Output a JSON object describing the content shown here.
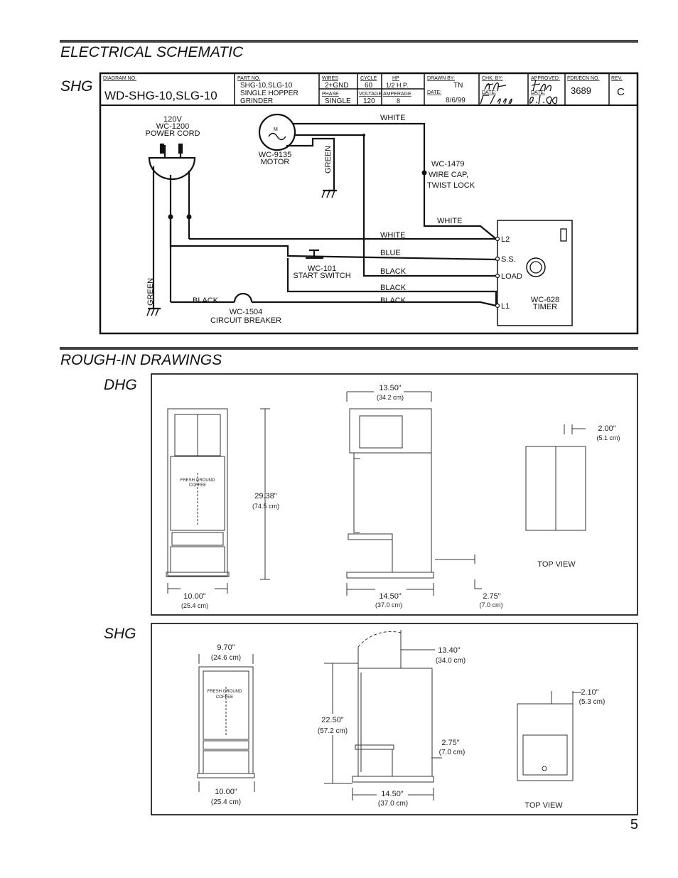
{
  "electrical": {
    "title": "ELECTRICAL SCHEMATIC",
    "model_label": "SHG",
    "title_block": {
      "diagram_no_label": "DIAGRAM NO.",
      "diagram_no": "WD-SHG-10,SLG-10",
      "part_no_label": "PART NO.",
      "part_no_line1": "SHG-10,SLG-10",
      "part_no_line2": "SINGLE HOPPER",
      "part_no_line3": "GRINDER",
      "wires_label": "WIRES",
      "wires": "2+GND",
      "cycle_label": "CYCLE",
      "cycle": "60",
      "hp_label": "HP",
      "hp": "1/2 H.P.",
      "phase_label": "PHASE",
      "phase": "SINGLE",
      "voltage_label": "VOLTAGE",
      "voltage": "120",
      "amperage_label": "AMPERAGE",
      "amperage": "8",
      "drawn_by_label": "DRAWN BY:",
      "drawn_by": "TN",
      "date_label": "DATE:",
      "date": "8/6/99",
      "chk_by_label": "CHK. BY:",
      "chk_date_label": "DATE:",
      "approved_label": "APPROVED:",
      "approved_date_label": "DATE:",
      "ecn_label": "FDR/ECN NO.",
      "ecn": "3689",
      "rev_label": "REV.",
      "rev": "C"
    },
    "components": {
      "cord_line1": "120V",
      "cord_line2": "WC-1200",
      "cord_line3": "POWER CORD",
      "motor_line1": "WC-9135",
      "motor_line2": "MOTOR",
      "motor_symbol": "M",
      "wirecap_line1": "WC-1479",
      "wirecap_line2": "WIRE CAP,",
      "wirecap_line3": "TWIST LOCK",
      "switch_line1": "WC-101",
      "switch_line2": "START SWITCH",
      "breaker_line1": "WC-1504",
      "breaker_line2": "CIRCUIT BREAKER",
      "timer_line1": "WC-628",
      "timer_line2": "TIMER"
    },
    "wire_labels": {
      "white_top": "WHITE",
      "white_mid": "WHITE",
      "white_l2": "WHITE",
      "blue": "BLUE",
      "black_load": "BLACK",
      "black_switch": "BLACK",
      "black_l1": "BLACK",
      "black_breaker": "BLACK",
      "green_motor": "GREEN",
      "green_cord": "GREEN"
    },
    "terminals": {
      "l2": "L2",
      "ss": "S.S.",
      "load": "LOAD",
      "l1": "L1"
    }
  },
  "rough_in": {
    "title": "ROUGH-IN DRAWINGS",
    "dhg": {
      "label": "DHG",
      "front_panel_text_1": "FRESH GROUND",
      "front_panel_text_2": "COFFEE",
      "height": "29.38\"",
      "height_cm": "(74.5 cm)",
      "front_width": "10.00\"",
      "front_width_cm": "(25.4 cm)",
      "side_top": "13.50\"",
      "side_top_cm": "(34.2 cm)",
      "side_bottom": "14.50\"",
      "side_bottom_cm": "(37.0 cm)",
      "cord": "2.75\"",
      "cord_cm": "(7.0 cm)",
      "top_offset": "2.00\"",
      "top_offset_cm": "(5.1 cm)",
      "top_view": "TOP VIEW"
    },
    "shg": {
      "label": "SHG",
      "front_panel_text_1": "FRESH GROUND",
      "front_panel_text_2": "COFFEE",
      "front_top": "9.70\"",
      "front_top_cm": "(24.6 cm)",
      "front_width": "10.00\"",
      "front_width_cm": "(25.4 cm)",
      "side_top": "13.40\"",
      "side_top_cm": "(34.0 cm)",
      "height": "22.50\"",
      "height_cm": "(57.2 cm)",
      "cord": "2.75\"",
      "cord_cm": "(7.0 cm)",
      "side_bottom": "14.50\"",
      "side_bottom_cm": "(37.0 cm)",
      "top_offset": "2.10\"",
      "top_offset_cm": "(5.3 cm)",
      "top_view": "TOP VIEW"
    }
  },
  "page_number": "5"
}
